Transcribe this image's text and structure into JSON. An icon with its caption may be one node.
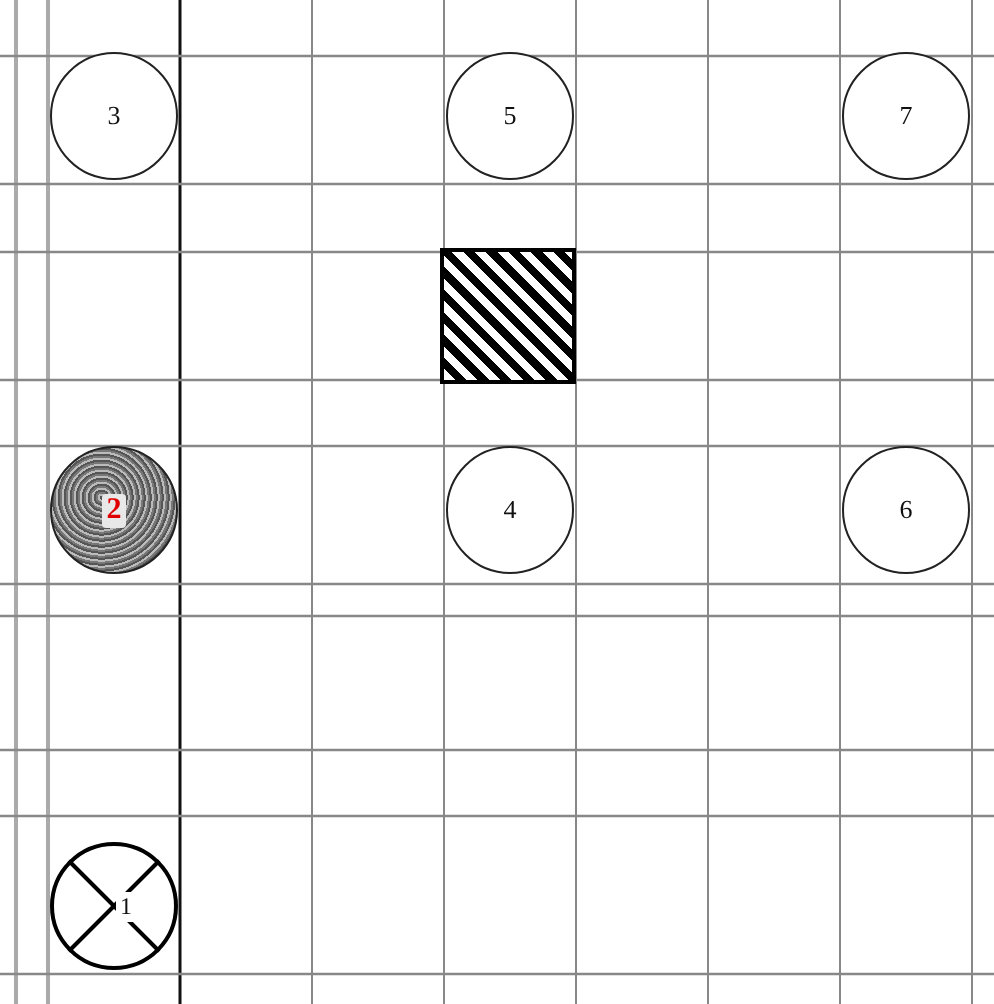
{
  "diagram": {
    "nodes": [
      {
        "text": [
          "3"
        ]
      },
      {
        "text": [
          "5"
        ]
      },
      {
        "text": [
          "7"
        ]
      },
      {
        "text": [],
        "shape": "box"
      },
      {
        "text": [
          "2"
        ]
      },
      {
        "text": [
          "4"
        ]
      },
      {
        "text": [
          "6"
        ]
      },
      {
        "text": [
          "1"
        ]
      }
    ]
  }
}
